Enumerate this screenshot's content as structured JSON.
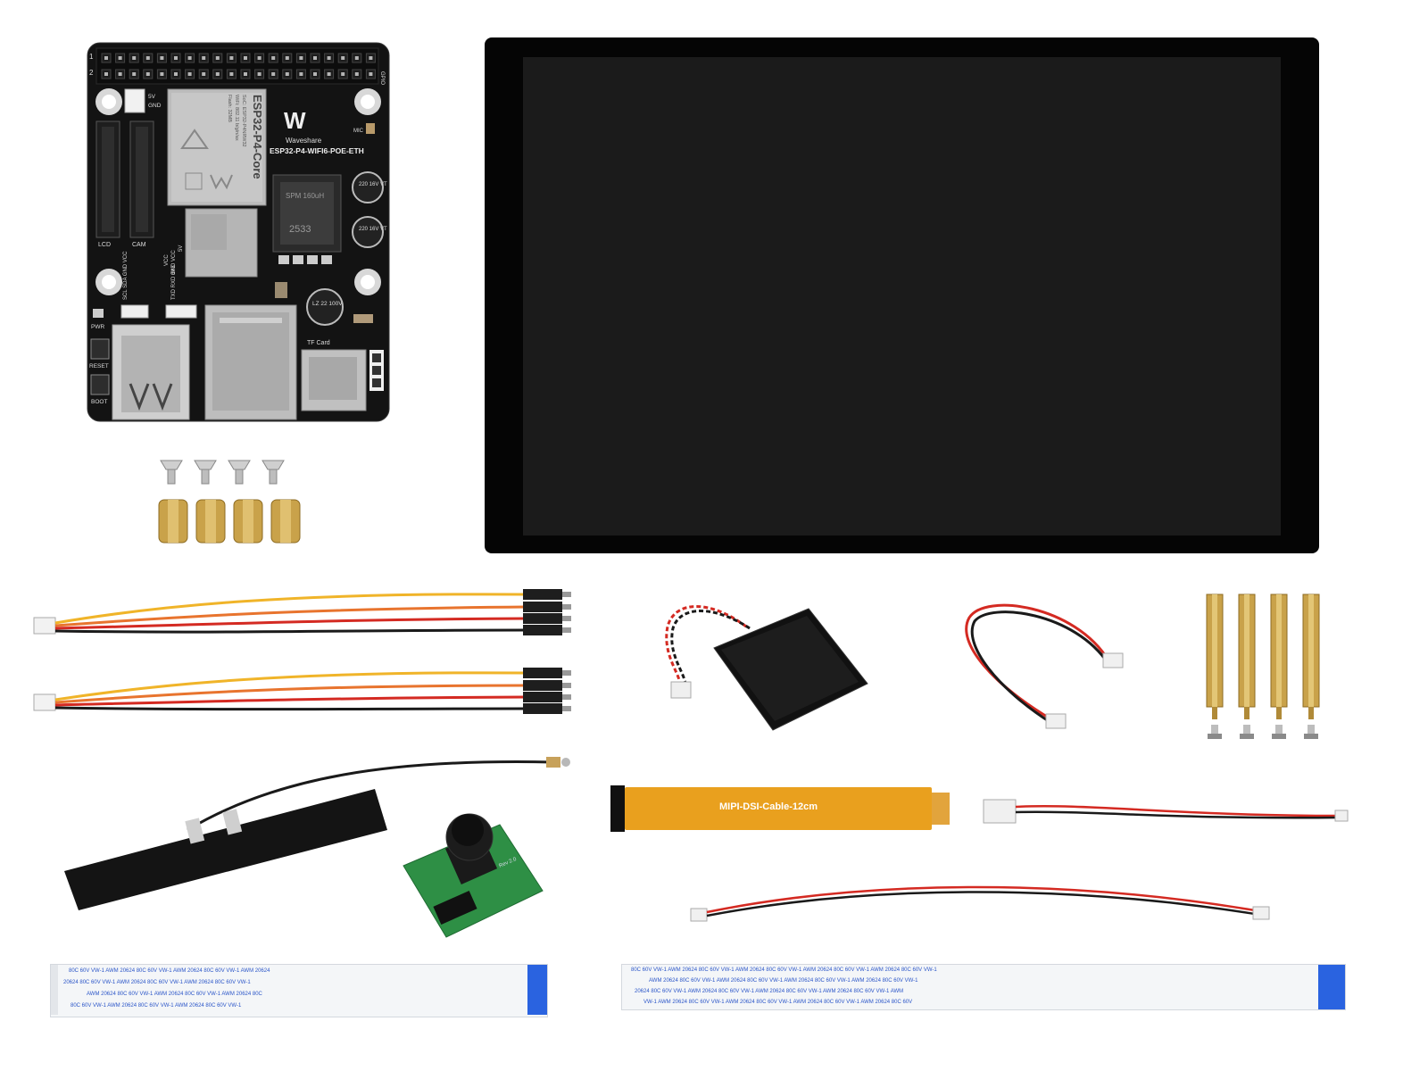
{
  "board": {
    "logo_text": "W",
    "brand": "Waveshare",
    "model": "ESP32-P4-WIFI6-POE-ETH",
    "module_title": "ESP32-P4-Core",
    "module_line1": "SoC: ESP32-P4NRW32",
    "module_line2": "WiFi: 802.11 b/g/n/ax",
    "module_line3": "Flash: 32MB",
    "pin1": "1",
    "pin2": "2",
    "gpio": "GPIO",
    "v5": "5V",
    "gnd": "GND",
    "mic": "MIC",
    "lcd": "LCD",
    "cam": "CAM",
    "vcc": "VCC",
    "v3v3": "3V3",
    "v5b": "5V",
    "i2c_pins": "SCL SDA GND VCC",
    "uart_pins": "TXD RXD GND VCC",
    "pwr": "PWR",
    "reset": "RESET",
    "boot": "BOOT",
    "tf_card": "TF Card",
    "inductor_top": "SPM 160uH",
    "inductor_bottom": "2533",
    "cap1": "220 16V VT",
    "cap2": "220 16V VT",
    "cap3": "LZ 22 100V"
  },
  "flex_cable_label": "MIPI-DSI-Cable-12cm",
  "camera_rev": "Rev 2.0",
  "fpc_left_print": [
    "80C 60V VW-1    AWM 20624 80C 60V VW-1    AWM 20624 80C 60V VW-1    AWM 20624",
    "20624 80C 60V VW-1    AWM 20624 80C 60V VW-1    AWM 20624 80C 60V VW-1",
    "AWM 20624 80C 60V VW-1    AWM 20624 80C 60V VW-1    AWM 20624 80C",
    "80C 60V VW-1    AWM 20624 80C 60V VW-1    AWM 20624 80C 60V VW-1"
  ],
  "fpc_right_print": [
    "80C 60V VW-1    AWM 20624 80C 60V VW-1    AWM 20624 80C 60V VW-1    AWM 20624 80C 60V VW-1    AWM 20624 80C 60V VW-1",
    "AWM 20624 80C 60V VW-1    AWM 20624 80C 60V VW-1    AWM 20624 80C 60V VW-1    AWM 20624 80C 60V VW-1",
    "20624 80C 60V VW-1    AWM 20624 80C 60V VW-1    AWM 20624 80C 60V VW-1    AWM 20624 80C 60V VW-1    AWM",
    "VW-1    AWM 20624 80C 60V VW-1    AWM 20624 80C 60V VW-1    AWM 20624 80C 60V VW-1    AWM 20624 80C 60V"
  ],
  "colors": {
    "pcb": "#121212",
    "silkscreen": "#e8e8e8",
    "module_shield": "#bcbcbc",
    "display_bezel": "#050505",
    "display_panel": "#1b1b1b",
    "brass": "#c9a24a",
    "flex_orange": "#e9a01e",
    "fpc_blue": "#2a63e0",
    "wire_red": "#d42a22",
    "wire_black": "#1a1a1a",
    "wire_yellow": "#f0b429",
    "wire_orange": "#e8742e",
    "camera_pcb": "#2e8f45"
  }
}
